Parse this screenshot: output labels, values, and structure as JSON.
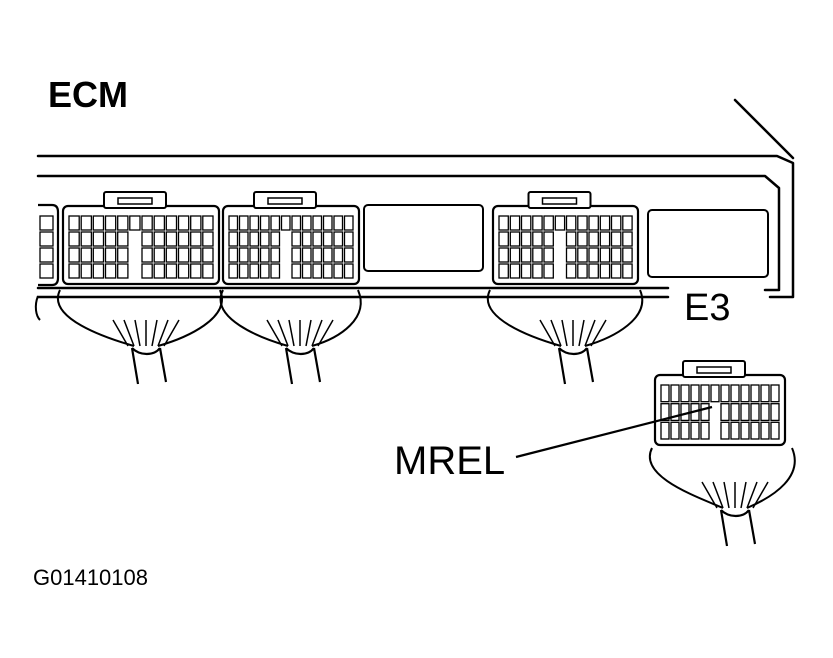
{
  "diagram": {
    "title": "ECM",
    "connector_label": "E3",
    "terminal_label": "MREL",
    "figure_id": "G01410108"
  },
  "colors": {
    "line": "#000000",
    "background": "#ffffff"
  }
}
